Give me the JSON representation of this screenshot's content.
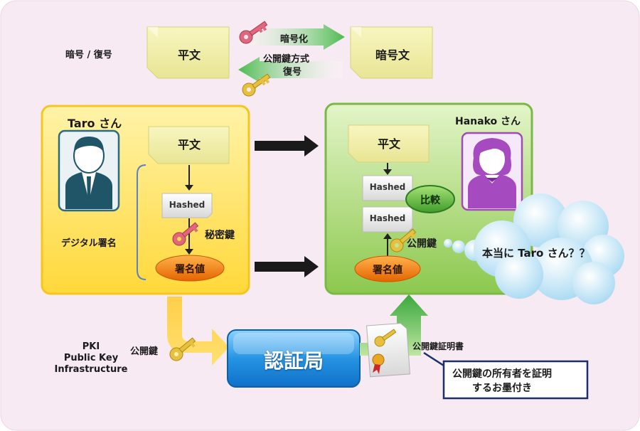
{
  "legend": {
    "label": "暗号 / 復号",
    "plaintext": "平文",
    "ciphertext": "暗号文",
    "encrypt": "暗号化",
    "decrypt_line1": "公開鍵方式",
    "decrypt_line2": "復号"
  },
  "taro": {
    "name": "Taro さん",
    "plaintext": "平文",
    "hashed": "Hashed",
    "private_key": "秘密鍵",
    "digital_signature": "デジタル署名",
    "signature_value": "署名値"
  },
  "hanako": {
    "name": "Hanako さん",
    "plaintext": "平文",
    "hashed_top": "Hashed",
    "hashed_bottom": "Hashed",
    "compare": "比較",
    "public_key": "公開鍵",
    "signature_value": "署名値",
    "doubt": "本当に Taro さん？？"
  },
  "pki": {
    "line1": "PKI",
    "line2": "Public Key",
    "line3": "Infrastructure",
    "public_key": "公開鍵",
    "ca": "認証局",
    "certificate": "公開鍵証明書",
    "callout_line1": "公開鍵の所有者を証明",
    "callout_line2": "するお墨付き"
  },
  "colors": {
    "background": "#f8eaf2",
    "taro_panel": "#ffe45e",
    "hanako_panel": "#a8d868",
    "note": "#f2f0a6",
    "signature": "#f07a12",
    "ca_box": "#1e8ad8",
    "arrow_green": "#49b94a",
    "arrow_dark": "#1a1a1a"
  }
}
